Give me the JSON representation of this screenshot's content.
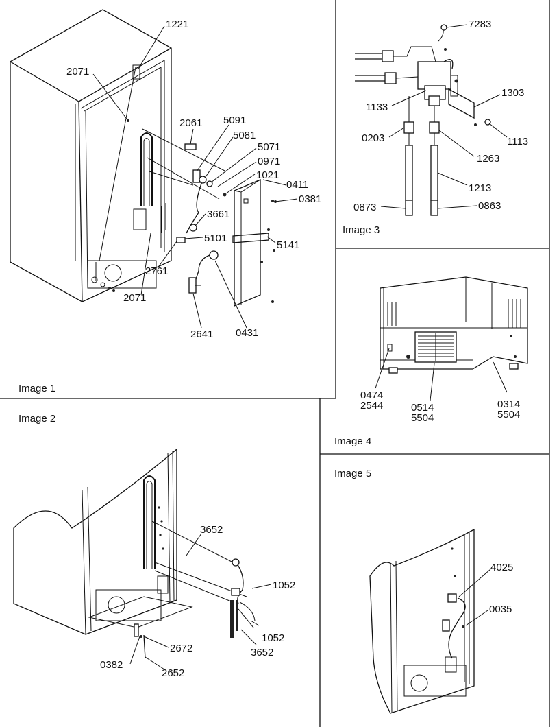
{
  "image1": {
    "caption": "Image 1",
    "labels": {
      "p1221": "1221",
      "p2071a": "2071",
      "p2061": "2061",
      "p5091": "5091",
      "p5081": "5081",
      "p5071": "5071",
      "p0971": "0971",
      "p1021": "1021",
      "p0411": "0411",
      "p0381": "0381",
      "p3661": "3661",
      "p5101": "5101",
      "p5141": "5141",
      "p2761": "2761",
      "p2071b": "2071",
      "p2641": "2641",
      "p0431": "0431"
    }
  },
  "image2": {
    "caption": "Image 2",
    "labels": {
      "p3652a": "3652",
      "p1052a": "1052",
      "p1052b": "1052",
      "p3652b": "3652",
      "p2672": "2672",
      "p0382": "0382",
      "p2652": "2652"
    }
  },
  "image3": {
    "caption": "Image 3",
    "labels": {
      "p7283": "7283",
      "p1303": "1303",
      "p1133": "1133",
      "p1113": "1113",
      "p0203": "0203",
      "p1263": "1263",
      "p1213": "1213",
      "p0873": "0873",
      "p0863": "0863"
    }
  },
  "image4": {
    "caption": "Image 4",
    "labels": {
      "p0474": "0474",
      "p2544": "2544",
      "p0514": "0514",
      "p5504a": "5504",
      "p0314": "0314",
      "p5504b": "5504"
    }
  },
  "image5": {
    "caption": "Image 5",
    "labels": {
      "p4025": "4025",
      "p0035": "0035"
    }
  }
}
